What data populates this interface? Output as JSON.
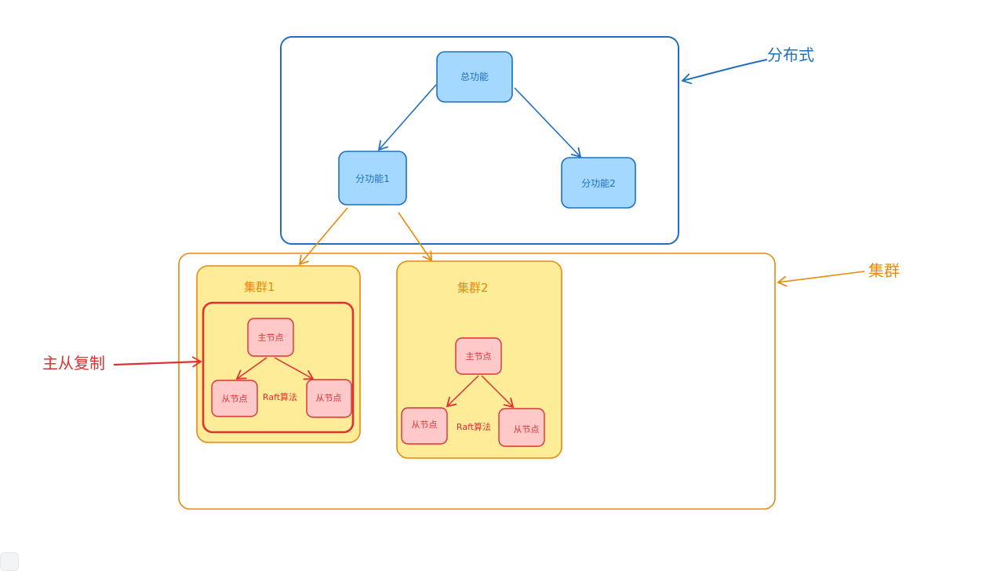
{
  "diagram": {
    "distributed_label": "分布式",
    "cluster_label": "集群",
    "replication_label": "主从复制",
    "main_function": "总功能",
    "sub_function_1": "分功能1",
    "sub_function_2": "分功能2",
    "clusters": [
      {
        "title": "集群1",
        "master": "主节点",
        "slave_left": "从节点",
        "slave_right": "从节点",
        "algorithm": "Raft算法"
      },
      {
        "title": "集群2",
        "master": "主节点",
        "slave_left": "从节点",
        "slave_right": "从节点",
        "algorithm": "Raft算法"
      }
    ]
  },
  "colors": {
    "blue_stroke": "#1f6fbf",
    "blue_fill": "#a5d8ff",
    "orange_stroke": "#e8890c",
    "yellow_fill": "#ffec99",
    "red_stroke": "#e03131",
    "pink_fill": "#ffc9c9"
  }
}
